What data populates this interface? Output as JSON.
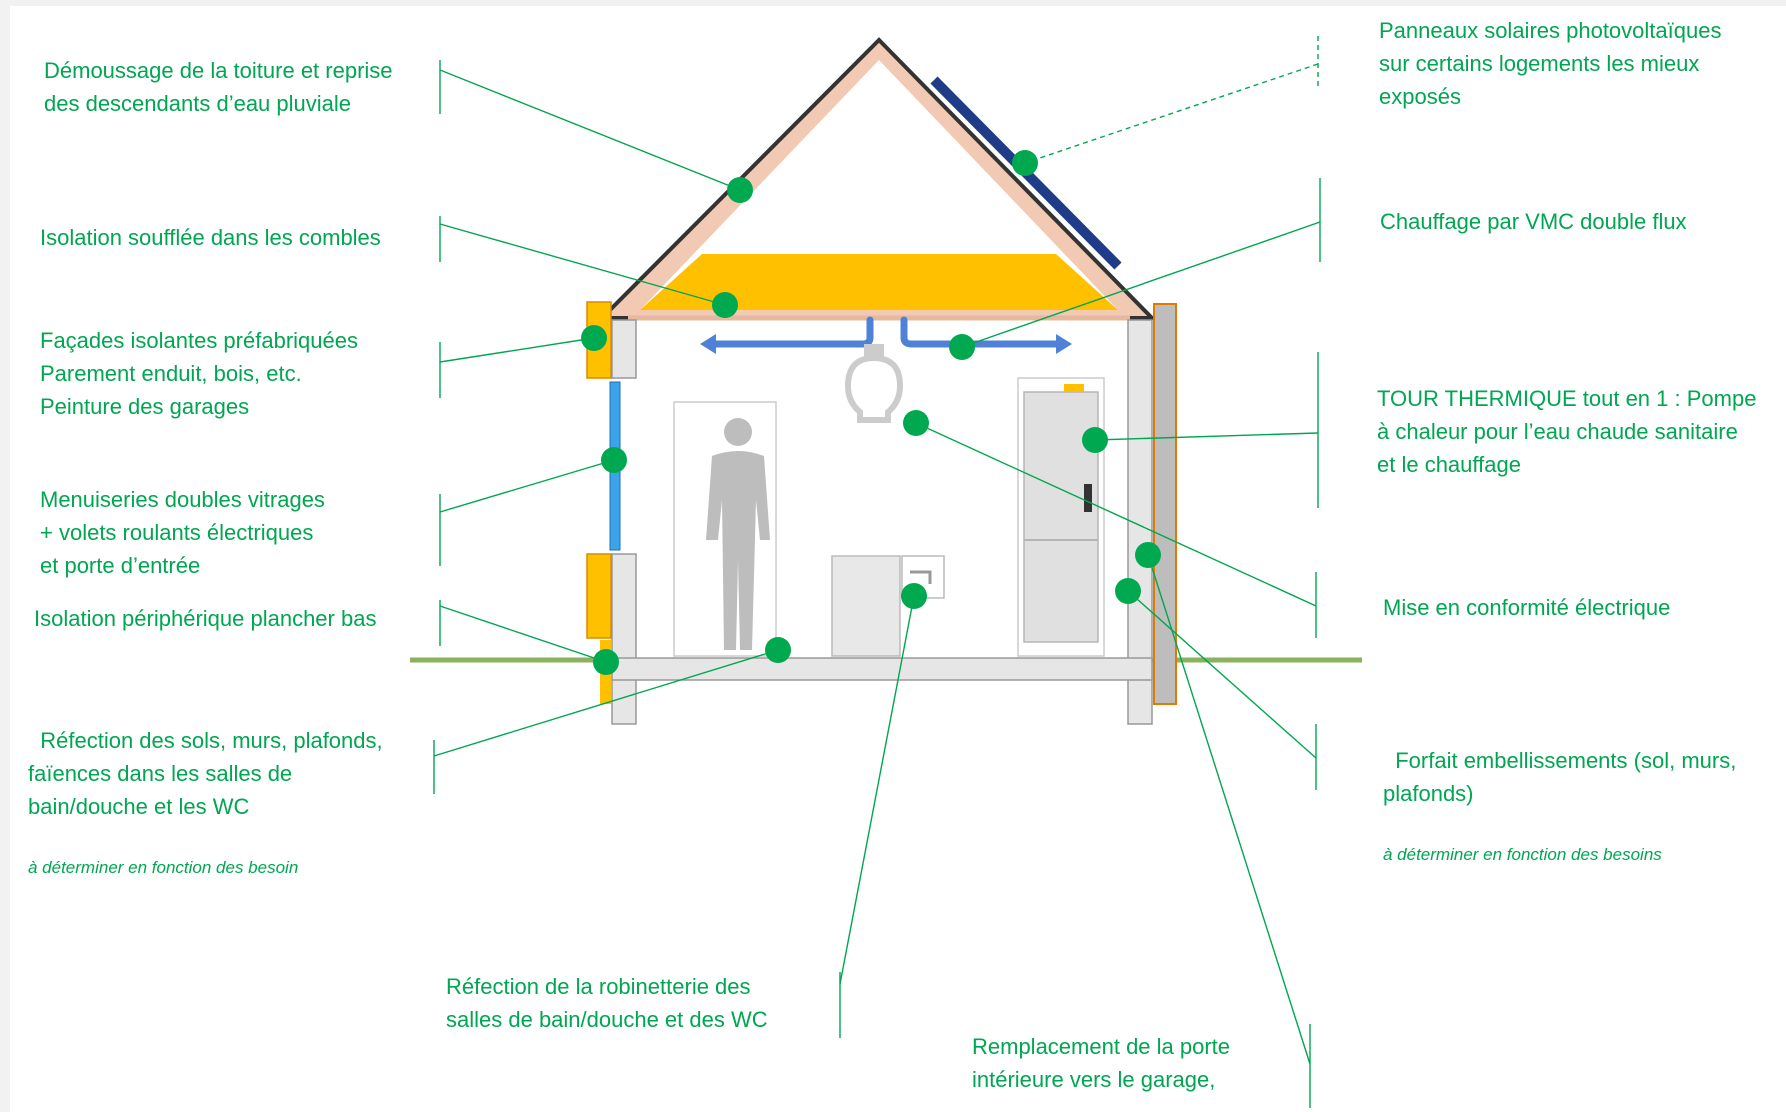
{
  "colors": {
    "label_green": "#00a651",
    "marker_green": "#00a94f",
    "roof_insulation": "#ffc000",
    "roof_frame": "#f2c9b3",
    "solar_panel": "#1f3c88",
    "duct_blue": "#4f81d6",
    "ground": "#8ab15e"
  },
  "labels": {
    "roof_moss": "Démoussage de la toiture et reprise\ndes descendants d’eau pluviale",
    "attic_insulation": "Isolation soufflée dans les combles",
    "facades": "Façades isolantes préfabriquées\nParement enduit, bois, etc.\nPeinture des garages",
    "windows": "Menuiseries doubles vitrages\n+ volets roulants électriques\net porte d’entrée",
    "floor_insulation": "Isolation périphérique plancher bas",
    "bathroom_repair": "Réfection des sols, murs, plafonds,\nfaïences dans les salles de\nbain/douche et les WC",
    "bathroom_repair_note": "à déterminer en fonction des besoin",
    "faucets": "Réfection de la robinetterie des\nsalles de bain/douche et des WC",
    "garage_door": "Remplacement de la porte\nintérieure vers le garage,",
    "solar": "Panneaux solaires photovoltaïques\nsur certains logements les mieux\nexposés",
    "vmc": "Chauffage par VMC double flux",
    "thermal_tower": "TOUR THERMIQUE tout en 1 : Pompe\nà chaleur pour l’eau chaude sanitaire\net le chauffage",
    "electrical": "Mise en conformité électrique",
    "embellishment": "Forfait embellissements (sol, murs,\nplafonds)",
    "embellishment_note": "à déterminer en fonction des besoins"
  },
  "icons": [
    "person-silhouette-icon",
    "light-bulb-icon",
    "faucet-icon",
    "heat-pump-unit-icon"
  ]
}
